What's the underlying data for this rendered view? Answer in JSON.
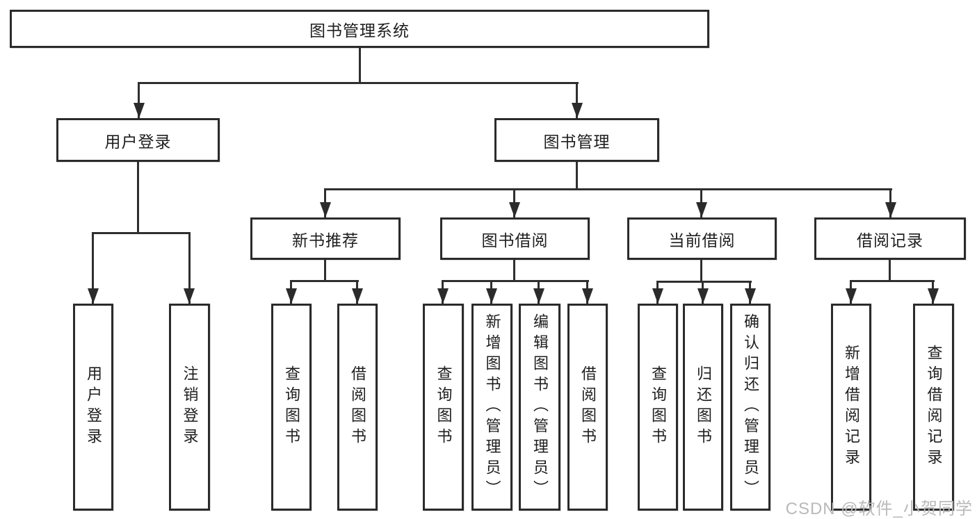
{
  "tree": {
    "root": {
      "label": "图书管理系统",
      "children": [
        {
          "label": "用户登录",
          "children": [
            {
              "label": "用户登录"
            },
            {
              "label": "注销登录"
            }
          ]
        },
        {
          "label": "图书管理",
          "children": [
            {
              "label": "新书推荐",
              "children": [
                {
                  "label": "查询图书"
                },
                {
                  "label": "借阅图书"
                }
              ]
            },
            {
              "label": "图书借阅",
              "children": [
                {
                  "label": "查询图书"
                },
                {
                  "label": "新增图书（管理员）"
                },
                {
                  "label": "编辑图书（管理员）"
                },
                {
                  "label": "借阅图书"
                }
              ]
            },
            {
              "label": "当前借阅",
              "children": [
                {
                  "label": "查询图书"
                },
                {
                  "label": "归还图书"
                },
                {
                  "label": "确认归还（管理员）"
                }
              ]
            },
            {
              "label": "借阅记录",
              "children": [
                {
                  "label": "新增借阅记录"
                },
                {
                  "label": "查询借阅记录"
                }
              ]
            }
          ]
        }
      ]
    }
  },
  "watermark": {
    "text": "CSDN @软件_小贺同学",
    "color": "#b9b9b9"
  },
  "colors": {
    "line": "#2f2f2f",
    "box_border": "#2b2b2b",
    "text": "#1e1e1e",
    "background": "#ffffff",
    "watermark": "#b9b9b9"
  }
}
